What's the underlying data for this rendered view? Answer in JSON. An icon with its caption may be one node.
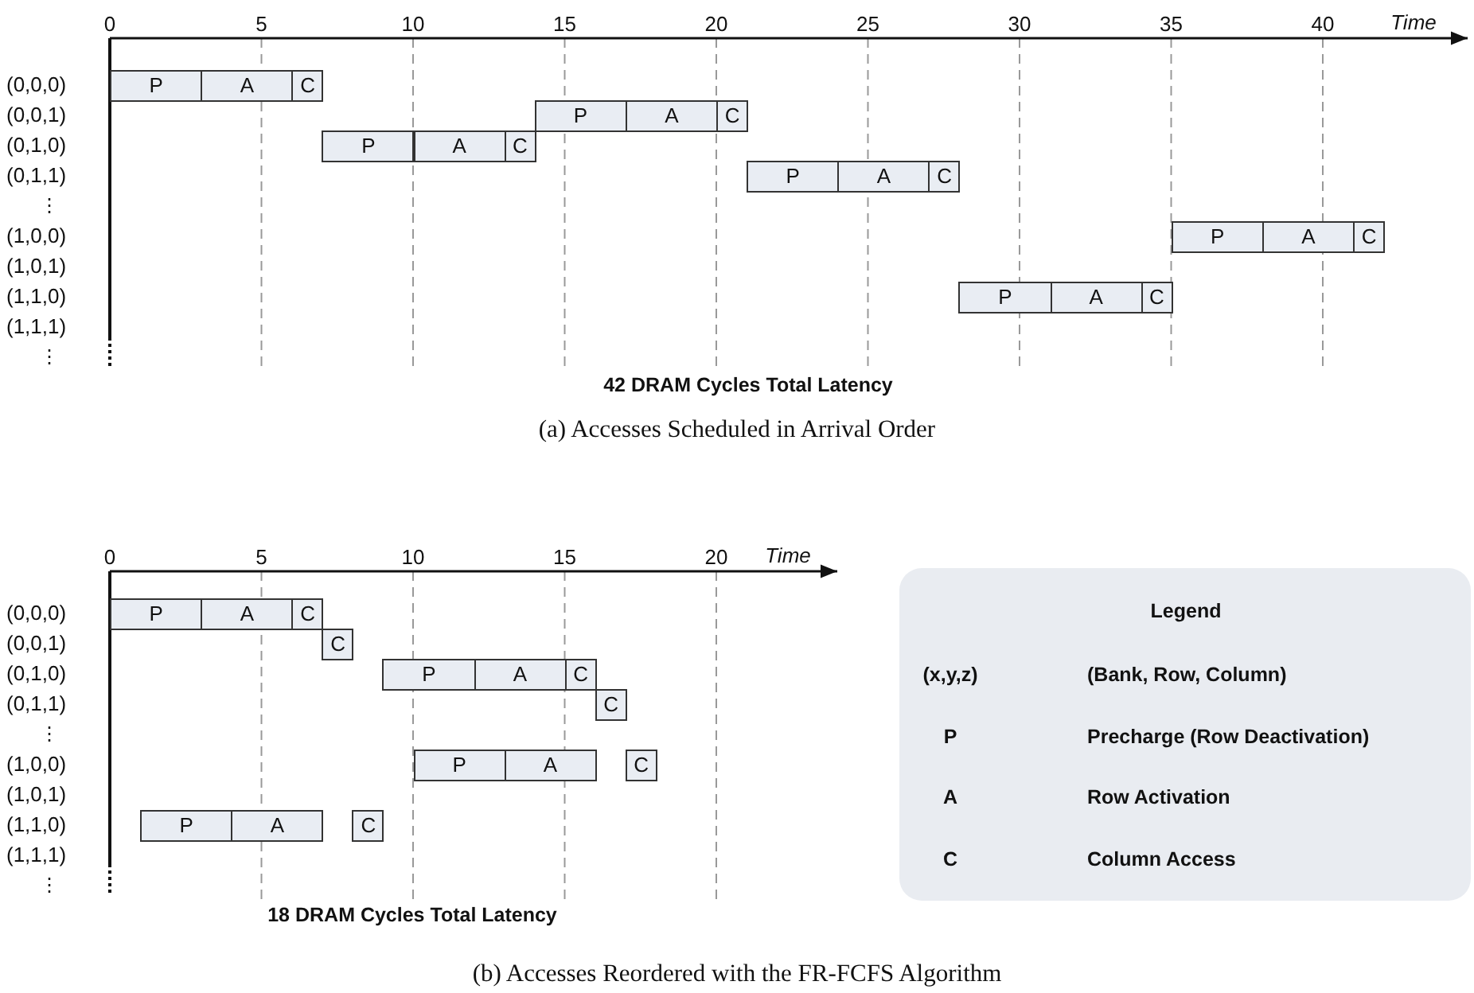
{
  "diagram": {
    "nodes": [
      {
        "text": [
          "P"
        ]
      },
      {
        "text": [
          "A"
        ]
      },
      {
        "text": [
          "C"
        ]
      },
      {
        "text": [
          "P"
        ]
      },
      {
        "text": [
          "A"
        ]
      },
      {
        "text": [
          "C"
        ]
      },
      {
        "text": [
          "P"
        ]
      },
      {
        "text": [
          "A"
        ]
      },
      {
        "text": [
          "C"
        ]
      },
      {
        "text": [
          "P"
        ]
      },
      {
        "text": [
          "A"
        ]
      },
      {
        "text": [
          "C"
        ]
      },
      {
        "text": [
          "P"
        ]
      },
      {
        "text": [
          "A"
        ]
      },
      {
        "text": [
          "C"
        ]
      },
      {
        "text": [
          "P"
        ]
      },
      {
        "text": [
          "A"
        ]
      },
      {
        "text": [
          "C"
        ]
      },
      {
        "text": [
          "P"
        ]
      },
      {
        "text": [
          "A"
        ]
      },
      {
        "text": [
          "C"
        ]
      },
      {
        "text": [
          "C"
        ]
      },
      {
        "text": [
          "P"
        ]
      },
      {
        "text": [
          "A"
        ]
      },
      {
        "text": [
          "C"
        ]
      },
      {
        "text": [
          "C"
        ]
      },
      {
        "text": [
          "P"
        ]
      },
      {
        "text": [
          "A"
        ]
      },
      {
        "text": [
          "C"
        ]
      },
      {
        "text": [
          "P"
        ]
      },
      {
        "text": [
          "A"
        ]
      },
      {
        "text": [
          "C"
        ]
      },
      {
        "text": [
          "Legend",
          "(x,y,z)",
          "(Bank, Row, Column)",
          "P",
          "Precharge (Row Deactivation)",
          "A",
          "Row Activation",
          "C",
          "Column Access"
        ]
      }
    ],
    "labels": [
      "0",
      "5",
      "10",
      "15",
      "20",
      "25",
      "30",
      "35",
      "40",
      "Time",
      "(0,0,0)",
      "(0,0,1)",
      "(0,1,0)",
      "(0,1,1)",
      "⋮",
      "(1,0,0)",
      "(1,0,1)",
      "(1,1,0)",
      "(1,1,1)",
      "⋮",
      "42 DRAM Cycles Total Latency",
      "(a) Accesses Scheduled in Arrival Order",
      "0",
      "5",
      "10",
      "15",
      "20",
      "Time",
      "(0,0,0)",
      "(0,0,1)",
      "(0,1,0)",
      "(0,1,1)",
      "⋮",
      "(1,0,0)",
      "(1,0,1)",
      "(1,1,0)",
      "(1,1,1)",
      "⋮",
      "18 DRAM Cycles Total Latency",
      "(b) Accesses Reordered with the FR-FCFS Algorithm"
    ]
  }
}
